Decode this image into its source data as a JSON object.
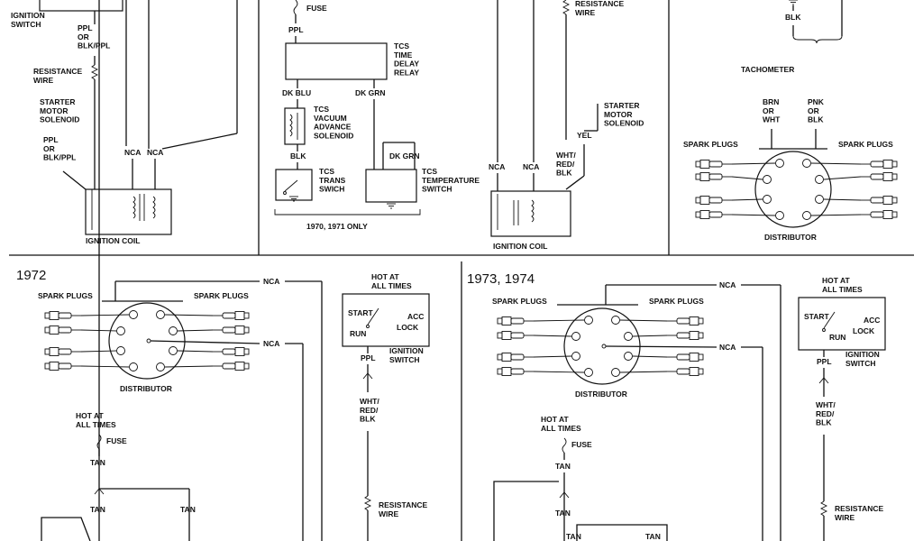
{
  "sections": {
    "y1972": "1972",
    "y1973": "1973, 1974",
    "tcs_note": "1970, 1971 ONLY"
  },
  "labels": {
    "ignition_switch": "IGNITION\nSWITCH",
    "ppl_or_blk_ppl": "PPL\nOR\nBLK/PPL",
    "resistance_wire": "RESISTANCE\nWIRE",
    "starter_solenoid": "STARTER\nMOTOR\nSOLENOID",
    "nca": "NCA",
    "ignition_coil": "IGNITION COIL",
    "fuse": "FUSE",
    "ppl": "PPL",
    "tcs_relay": "TCS\nTIME\nDELAY\nRELAY",
    "dk_blu": "DK BLU",
    "dk_grn": "DK GRN",
    "tcs_vacuum": "TCS\nVACUUM\nADVANCE\nSOLENOID",
    "blk": "BLK",
    "tcs_trans": "TCS\nTRANS\nSWICH",
    "tcs_temp": "TCS\nTEMPERATURE\nSWITCH",
    "yel": "YEL",
    "wht_red_blk": "WHT/\nRED/\nBLK",
    "tachometer": "TACHOMETER",
    "brn_or_wht": "BRN\nOR\nWHT",
    "pnk_or_blk": "PNK\nOR\nBLK",
    "spark_plugs": "SPARK PLUGS",
    "distributor": "DISTRIBUTOR",
    "hot_at_all_times": "HOT AT\nALL TIMES",
    "start": "START",
    "acc": "ACC",
    "lock": "LOCK",
    "run": "RUN",
    "tan": "TAN"
  }
}
